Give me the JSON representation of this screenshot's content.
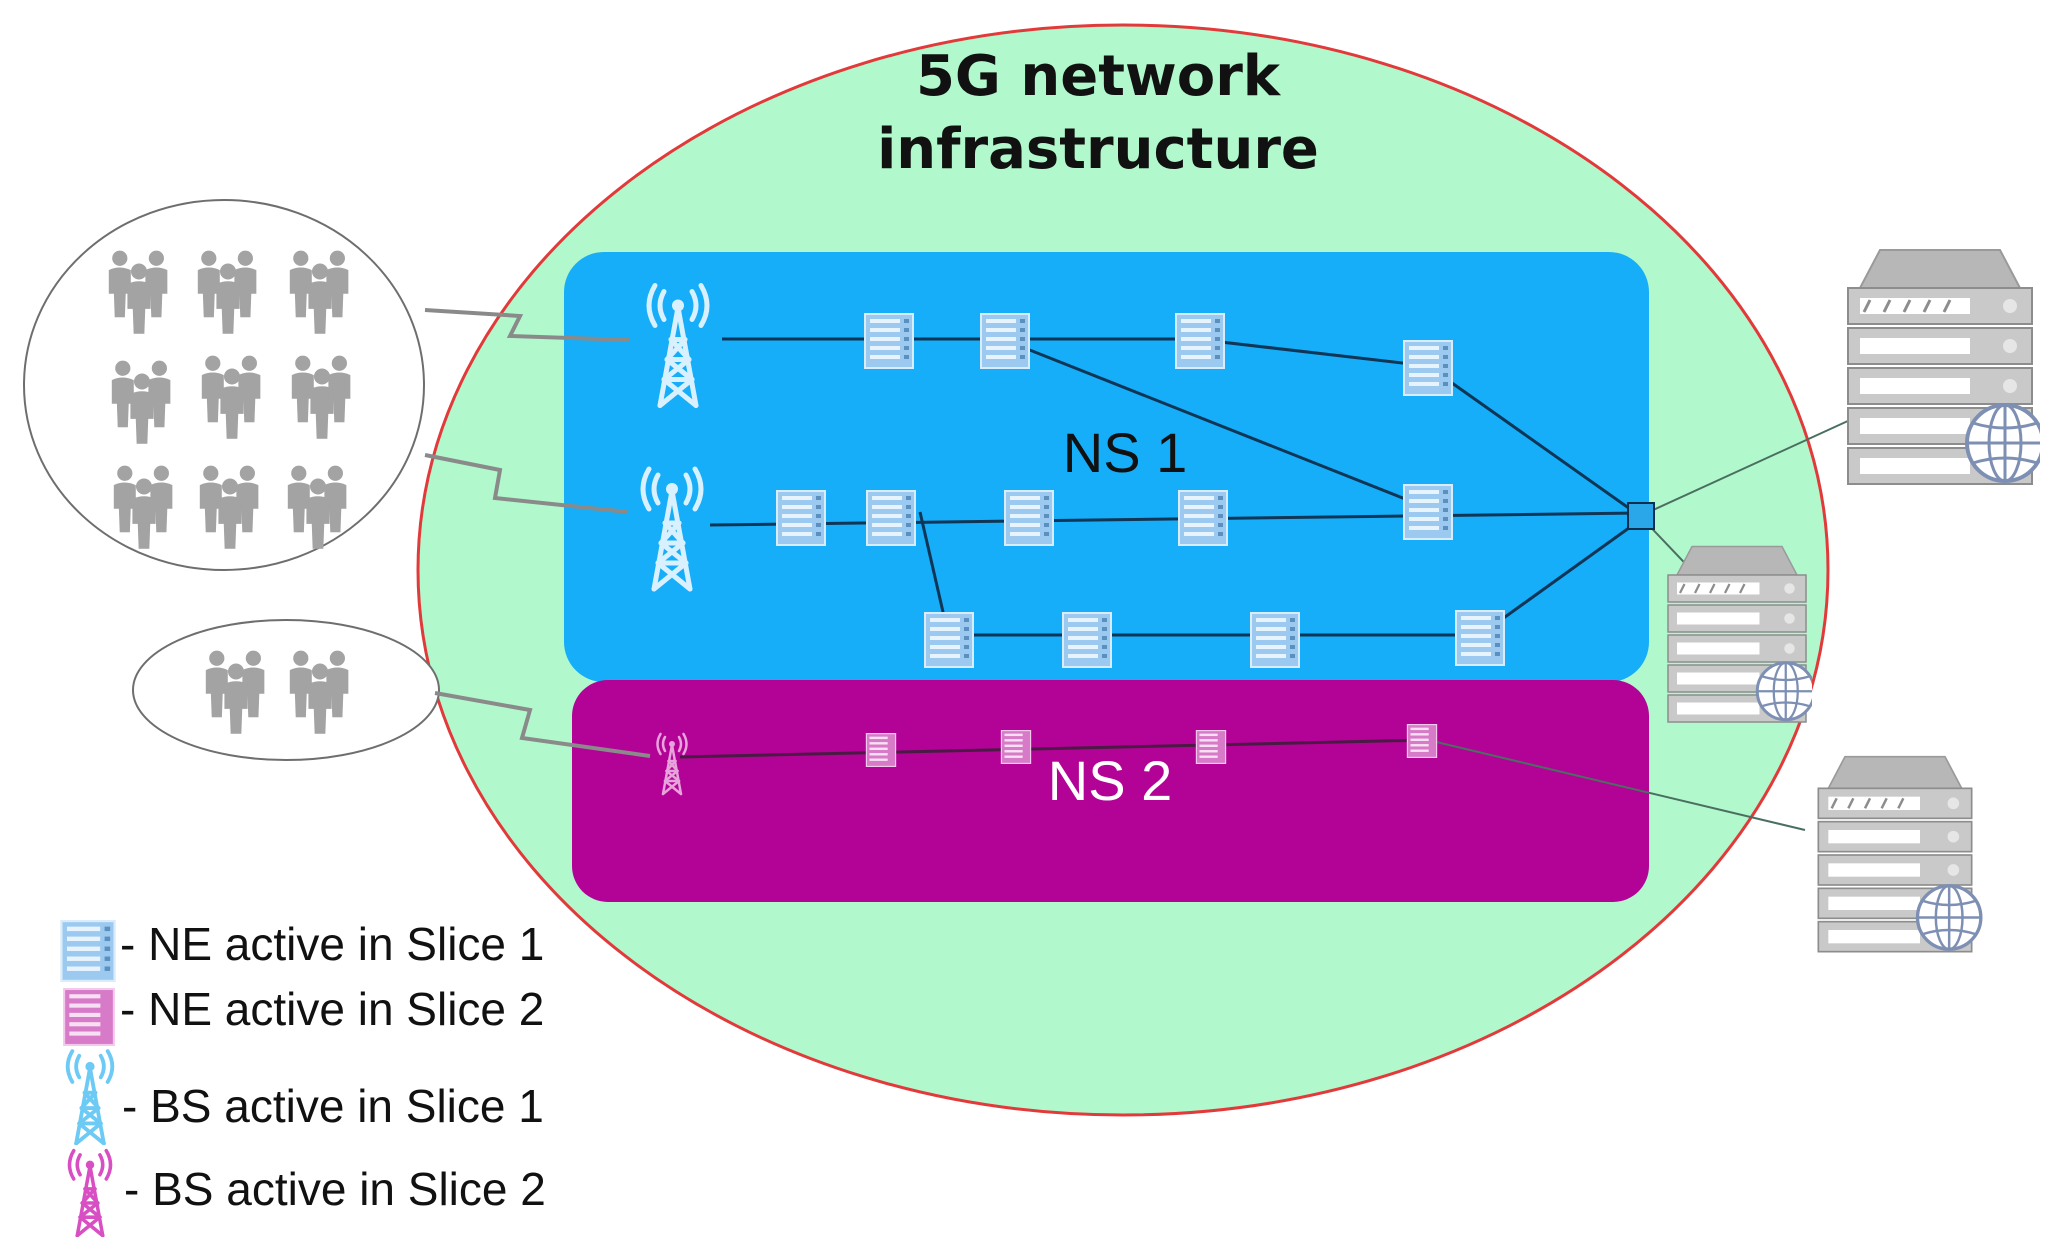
{
  "title_line1": "5G network",
  "title_line2": "infrastructure",
  "slice1": {
    "label": "NS 1",
    "color": "#16aef8"
  },
  "slice2": {
    "label": "NS 2",
    "color": "#b20396"
  },
  "infrastructure_color": "#b2f8cd",
  "infrastructure_border": "#e23a3a",
  "legend": [
    {
      "text": "- NE active in Slice 1",
      "icon": "ne-slice1-icon"
    },
    {
      "text": "- NE active in Slice 2",
      "icon": "ne-slice2-icon"
    },
    {
      "text": "- BS active in Slice 1",
      "icon": "bs-slice1-icon"
    },
    {
      "text": "- BS active in Slice 2",
      "icon": "bs-slice2-icon"
    }
  ],
  "icons": {
    "users": "user-group-icon",
    "base_station": "antenna-tower-icon",
    "network_element": "network-element-icon",
    "server": "server-globe-icon",
    "hub": "hub-node-icon"
  }
}
